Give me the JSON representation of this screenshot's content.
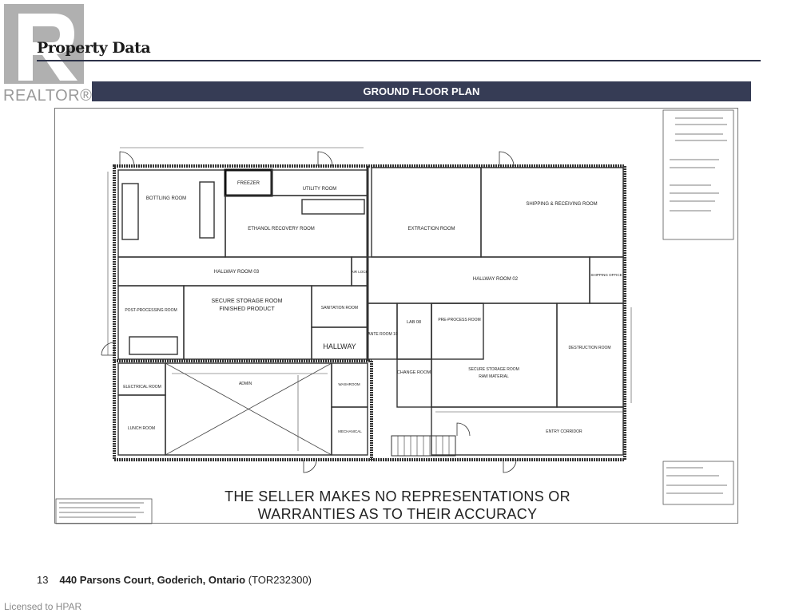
{
  "header": {
    "title": "Property Data",
    "banner": "GROUND FLOOR PLAN"
  },
  "logo": {
    "text": "REALTOR®",
    "letter": "R"
  },
  "plan": {
    "rooms": {
      "bottling": "BOTTLING ROOM",
      "freezer": "FREEZER",
      "utility": "UTILITY ROOM",
      "ethanol": "ETHANOL RECOVERY ROOM",
      "extraction": "EXTRACTION ROOM",
      "shipping_receiving": "SHIPPING & RECEIVING ROOM",
      "hallway03": "HALLWAY ROOM 03",
      "airlock": "AIR LOCK",
      "hallway02": "HALLWAY ROOM 02",
      "shipping_office": "SHIPPING OFFICE",
      "post_processing": "POST-PROCESSING ROOM",
      "storage_finished_1": "SECURE STORAGE ROOM",
      "storage_finished_2": "FINISHED PRODUCT",
      "sanitation": "SANITATION ROOM",
      "hallway": "HALLWAY",
      "ante": "ANTE ROOM 10",
      "lab": "LAB 08",
      "pre_process": "PRE-PROCESS ROOM",
      "storage_raw_1": "SECURE STORAGE ROOM",
      "storage_raw_2": "RAW MATERIAL",
      "destruction": "DESTRUCTION ROOM",
      "change": "CHANGE ROOM",
      "electrical": "ELECTRICAL ROOM",
      "lunch": "LUNCH ROOM",
      "admin": "ADMIN",
      "washroom": "WASHROOM",
      "mechanical": "MECHANICAL",
      "entry": "ENTRY CORRIDOR"
    },
    "disclaimer_line1": "THE SELLER MAKES NO REPRESENTATIONS OR",
    "disclaimer_line2": "WARRANTIES AS TO THEIR ACCURACY"
  },
  "footer": {
    "page": "13",
    "address": "440 Parsons Court, Goderich, Ontario",
    "listing": "(TOR232300)"
  },
  "license": "Licensed to HPAR"
}
